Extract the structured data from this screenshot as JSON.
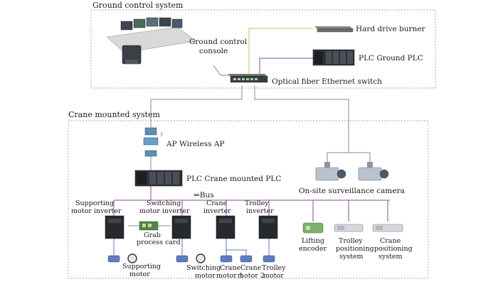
{
  "ground_system": {
    "title": "Ground control system",
    "console": [
      "Ground control",
      "console"
    ],
    "hard_drive": "Hard drive burner",
    "plc": "PLC Ground PLC",
    "switch": "Optical fiber Ethernet switch"
  },
  "crane_system": {
    "title": "Crane mounted system",
    "ap": "AP Wireless AP",
    "plc": "PLC Crane mounted PLC",
    "bus": "⇐Bus",
    "camera": "On-site surveillance camera",
    "supporting_inverter": [
      "Supporting",
      "motor inverter"
    ],
    "switching_inverter": [
      "Switching",
      "motor inverter"
    ],
    "crane_inverter": [
      "Crane",
      "inverter"
    ],
    "trolley_inverter": [
      "Trolley",
      "inverter"
    ],
    "grab_card": [
      "Grab",
      "process card"
    ],
    "supporting_motor": [
      "Supporting",
      "motor"
    ],
    "switching_motor": [
      "Switching",
      "motor"
    ],
    "crane_motor_1": [
      "Crane",
      "motor 1"
    ],
    "crane_motor_2": [
      "Crane",
      "motor 2"
    ],
    "trolley_motor": [
      "Trolley",
      "motor"
    ],
    "lifting_encoder": [
      "Lifting",
      "encoder"
    ],
    "trolley_positioning": [
      "Trolley",
      "positioning",
      "system"
    ],
    "crane_positioning": [
      "Crane",
      "positioning",
      "system"
    ]
  },
  "colors": {
    "ethernet_line": "#8a8a8a",
    "bus_line": "#8b4a9c",
    "accent_line": "#c9c25a",
    "frame_dash": "#9aaab3"
  }
}
